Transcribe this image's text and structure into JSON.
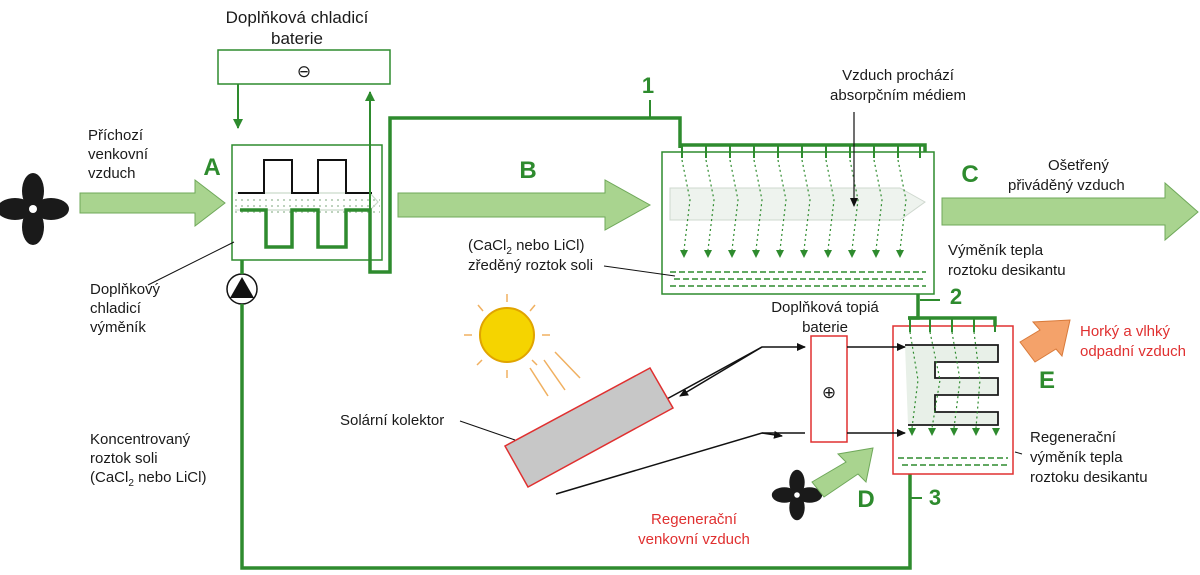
{
  "colors": {
    "pipe": "#2e8b2e",
    "air_arrow": "#a9d48f",
    "hot_arrow": "#f4a26a",
    "collector_red": "#e03030",
    "sun": "#f5d400"
  },
  "labels": {
    "cooling_battery_line1": "Doplňková chladicí",
    "cooling_battery_line2": "baterie",
    "incoming_air_line1": "Příchozí",
    "incoming_air_line2": "venkovní",
    "incoming_air_line3": "vzduch",
    "cooling_exchanger_line1": "Doplňkový",
    "cooling_exchanger_line2": "chladicí",
    "cooling_exchanger_line3": "výměník",
    "concentrated_line1": "Koncentrovaný",
    "concentrated_line2": "roztok soli",
    "concentrated_line3a": "(CaCl",
    "concentrated_line3sub": "2",
    "concentrated_line3b": " nebo LiCl)",
    "diluted_line1a": "(CaCl",
    "diluted_line1sub": "2",
    "diluted_line1b": " nebo LiCl)",
    "diluted_line2": "zředěný roztok soli",
    "air_through_line1": "Vzduch prochází",
    "air_through_line2": "absorpčním médiem",
    "treated_line1": "Ošetřený",
    "treated_line2": "přiváděný vzduch",
    "desiccant_exchanger_line1": "Výměník tepla",
    "desiccant_exchanger_line2": "roztoku desikantu",
    "heating_battery_line1": "Doplňková topiá",
    "heating_battery_line2": "baterie",
    "hot_humid_line1": "Horký a vlhký",
    "hot_humid_line2": "odpadní vzduch",
    "solar_collector": "Solární kolektor",
    "regen_exchanger_line1": "Regenerační",
    "regen_exchanger_line2": "výměník tepla",
    "regen_exchanger_line3": "roztoku desikantu",
    "regen_air_line1": "Regenerační",
    "regen_air_line2": "venkovní vzduch"
  },
  "letters": {
    "a": "A",
    "b": "B",
    "c": "C",
    "d": "D",
    "e": "E"
  },
  "numbers": {
    "n1": "1",
    "n2": "2",
    "n3": "3"
  },
  "symbols": {
    "minus": "⊖",
    "plus": "⊕"
  }
}
